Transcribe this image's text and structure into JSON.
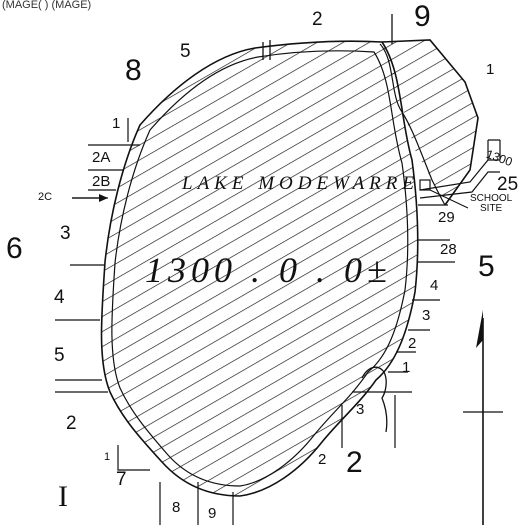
{
  "header_text": "(MAGE( ) (MAGE)",
  "lake": {
    "name": "LAKE MODEWARRE",
    "area": "1300 . 0 . 0±"
  },
  "school_site": {
    "number": "25",
    "line1": "SCHOOL",
    "line2": "SITE",
    "road_label": "1300"
  },
  "section_labels": {
    "s2_top": "2",
    "s9_top": "9",
    "s1_ne": "1",
    "s5_n": "5",
    "s8": "8",
    "s1_nw": "1",
    "s2a": "2A",
    "s2b": "2B",
    "s2c": "2C",
    "s6": "6",
    "s3_w": "3",
    "s4_w": "4",
    "s5_w": "5",
    "s5_e": "5",
    "s29": "29",
    "s28": "28",
    "s4_e": "4",
    "s3_e": "3",
    "s2_e": "2",
    "s1_e": "1",
    "s3_s": "3",
    "s2_s_small": "2",
    "s2_s_big": "2",
    "s2_sw": "2",
    "s1_sw": "1",
    "s7": "7",
    "s8_s": "8",
    "s9_s": "9",
    "s1_big": "I"
  }
}
